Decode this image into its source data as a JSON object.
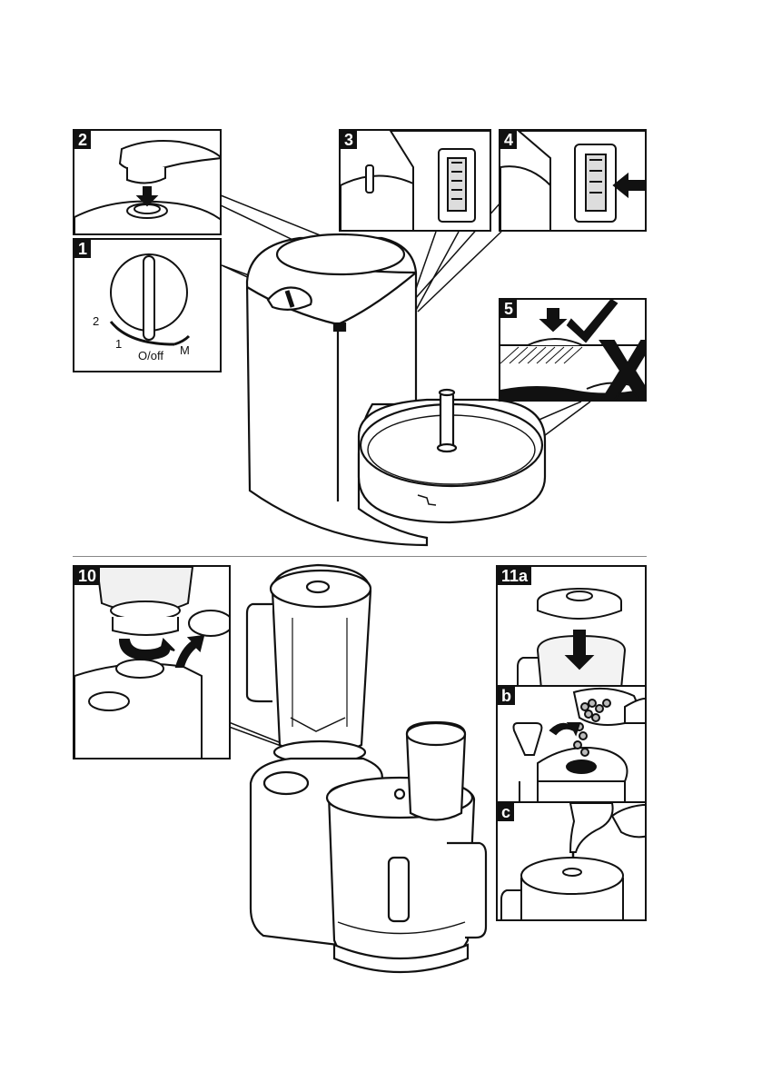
{
  "panels": {
    "p2": {
      "number": "2"
    },
    "p1": {
      "number": "1",
      "dial": {
        "setting_2": "2",
        "setting_1": "1",
        "setting_off": "O/off",
        "setting_m": "M"
      }
    },
    "p3": {
      "number": "3"
    },
    "p4": {
      "number": "4"
    },
    "p5": {
      "number": "5"
    },
    "p10": {
      "number": "10"
    },
    "p11a": {
      "number": "11a"
    },
    "p11b": {
      "number": "b"
    },
    "p11c": {
      "number": "c"
    }
  },
  "colors": {
    "line": "#111111",
    "fill": "#ffffff",
    "shade": "#d8d8d8",
    "glass": "#efefef",
    "label_bg": "#111111"
  }
}
